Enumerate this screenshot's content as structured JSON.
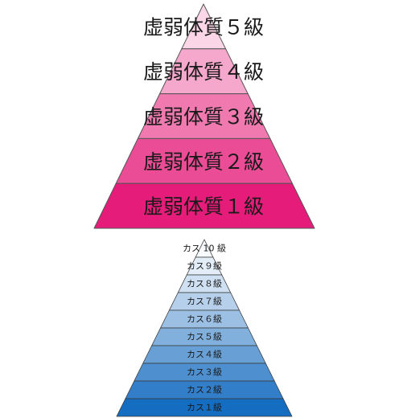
{
  "pyramids": [
    {
      "levels": [
        {
          "label": "虚弱体質５級",
          "color": "#fbd6e6"
        },
        {
          "label": "虚弱体質４級",
          "color": "#f6a8cc"
        },
        {
          "label": "虚弱体質３級",
          "color": "#f07ab0"
        },
        {
          "label": "虚弱体質２級",
          "color": "#ea4c95"
        },
        {
          "label": "虚弱体質１級",
          "color": "#e51c79"
        }
      ]
    },
    {
      "levels": [
        {
          "label": "カス 10 級",
          "color": "#f7fafd"
        },
        {
          "label": "カス９級",
          "color": "#e3edf8"
        },
        {
          "label": "カス８級",
          "color": "#cfe0f2"
        },
        {
          "label": "カス７級",
          "color": "#b6d0eb"
        },
        {
          "label": "カス６級",
          "color": "#9cc0e4"
        },
        {
          "label": "カス５級",
          "color": "#82b0dd"
        },
        {
          "label": "カス４級",
          "color": "#68a0d6"
        },
        {
          "label": "カス３級",
          "color": "#4d8fcf"
        },
        {
          "label": "カス２級",
          "color": "#327ec8"
        },
        {
          "label": "カス１級",
          "color": "#156dc1"
        }
      ]
    }
  ]
}
